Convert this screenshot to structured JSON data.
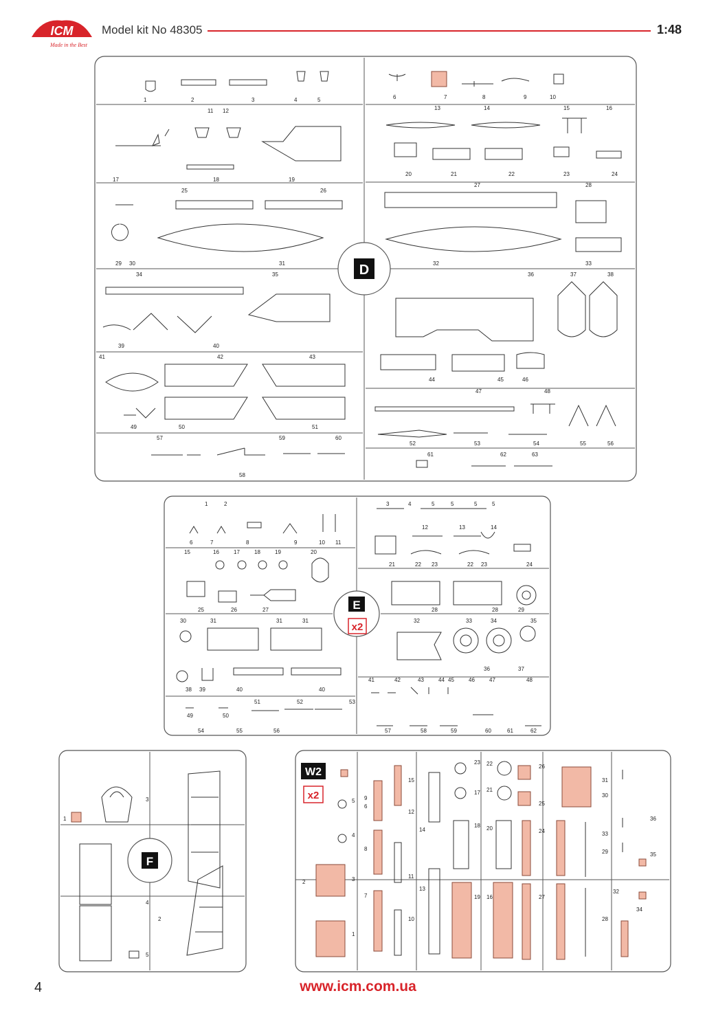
{
  "header": {
    "brand": "ICM",
    "tagline": "Made in the Best",
    "kit_title": "Model kit No 48305",
    "scale": "1:48"
  },
  "colors": {
    "accent": "#d8242a",
    "highlight": "#f2b9a6"
  },
  "sprues": [
    {
      "id": "D",
      "label": "D",
      "count": "",
      "parts": [
        "1",
        "2",
        "3",
        "4",
        "5",
        "6",
        "7",
        "8",
        "9",
        "10",
        "11",
        "12",
        "13",
        "14",
        "15",
        "16",
        "17",
        "18",
        "19",
        "20",
        "21",
        "22",
        "23",
        "24",
        "25",
        "26",
        "27",
        "28",
        "29",
        "30",
        "31",
        "32",
        "33",
        "34",
        "35",
        "36",
        "37",
        "38",
        "39",
        "40",
        "41",
        "42",
        "43",
        "44",
        "45",
        "46",
        "47",
        "48",
        "49",
        "50",
        "51",
        "52",
        "53",
        "54",
        "55",
        "56",
        "57",
        "58",
        "59",
        "60",
        "61",
        "62",
        "63"
      ]
    },
    {
      "id": "E",
      "label": "E",
      "count": "x2",
      "parts": [
        "1",
        "2",
        "3",
        "4",
        "5",
        "6",
        "7",
        "8",
        "9",
        "10",
        "11",
        "12",
        "13",
        "14",
        "15",
        "16",
        "17",
        "18",
        "19",
        "20",
        "21",
        "22",
        "23",
        "24",
        "25",
        "26",
        "27",
        "28",
        "29",
        "30",
        "31",
        "32",
        "33",
        "34",
        "35",
        "36",
        "37",
        "38",
        "39",
        "40",
        "41",
        "42",
        "43",
        "44",
        "45",
        "46",
        "47",
        "48",
        "49",
        "50",
        "51",
        "52",
        "53",
        "54",
        "55",
        "56",
        "57",
        "58",
        "59",
        "60",
        "61",
        "62"
      ]
    },
    {
      "id": "F",
      "label": "F",
      "count": "",
      "parts": [
        "1",
        "2",
        "3",
        "4",
        "5"
      ]
    },
    {
      "id": "W2",
      "label": "W2",
      "count": "x2",
      "parts": [
        "1",
        "2",
        "3",
        "4",
        "5",
        "6",
        "7",
        "8",
        "9",
        "10",
        "11",
        "12",
        "13",
        "14",
        "15",
        "16",
        "17",
        "18",
        "19",
        "20",
        "21",
        "22",
        "23",
        "24",
        "25",
        "26",
        "27",
        "28",
        "29",
        "30",
        "31",
        "32",
        "33",
        "34",
        "35",
        "36"
      ]
    }
  ],
  "footer": {
    "page_number": "4",
    "url": "www.icm.com.ua"
  }
}
